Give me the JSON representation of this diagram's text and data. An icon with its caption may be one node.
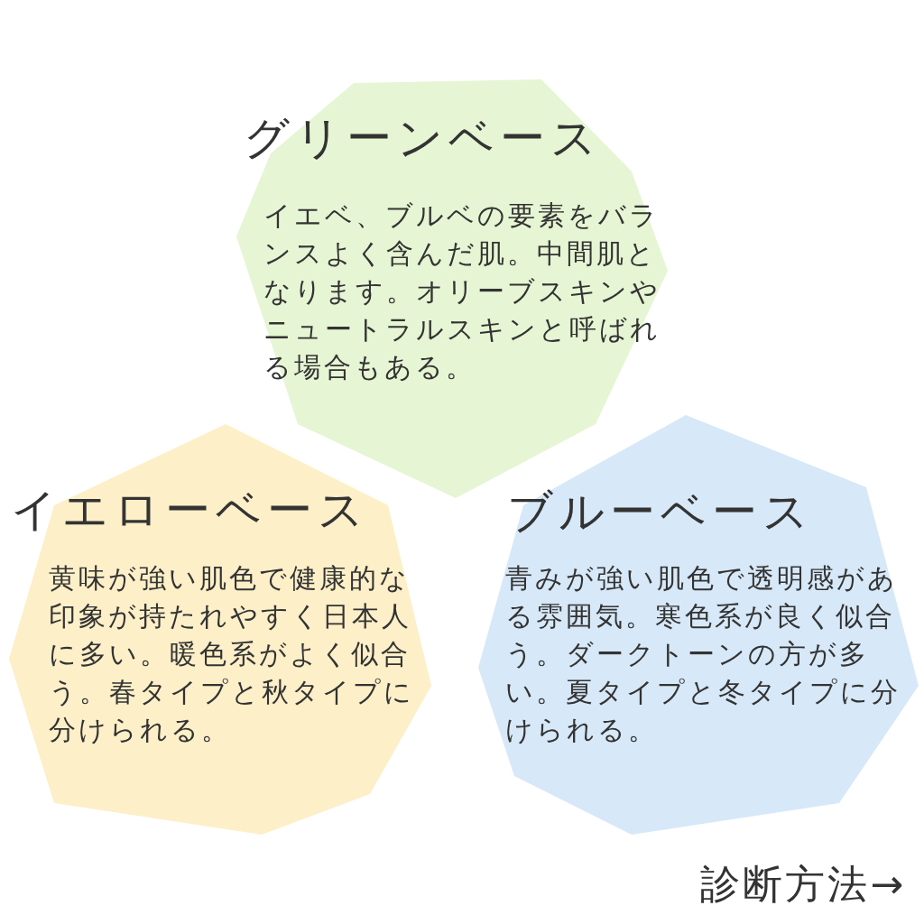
{
  "diagram": {
    "nodes": [
      {
        "text": [
          "グリーンベース",
          "イエベ、ブルベの要素をバランスよく含んだ肌。中間肌となります。オリーブスキンやニュートラルスキンと呼ばれる場合もある。"
        ]
      },
      {
        "text": [
          "イエローベース",
          "黄味が強い肌色で健康的な印象が持たれやすく日本人に多い。暖色系がよく似合う。春タイプと秋タイプに分けられる。"
        ]
      },
      {
        "text": [
          "ブルーベース",
          "青みが強い肌色で透明感がある雰囲気。寒色系が良く似合う。ダークトーンの方が多い。夏タイプと冬タイプに分けられる。"
        ]
      }
    ],
    "labels": [
      "診断方法→"
    ]
  }
}
